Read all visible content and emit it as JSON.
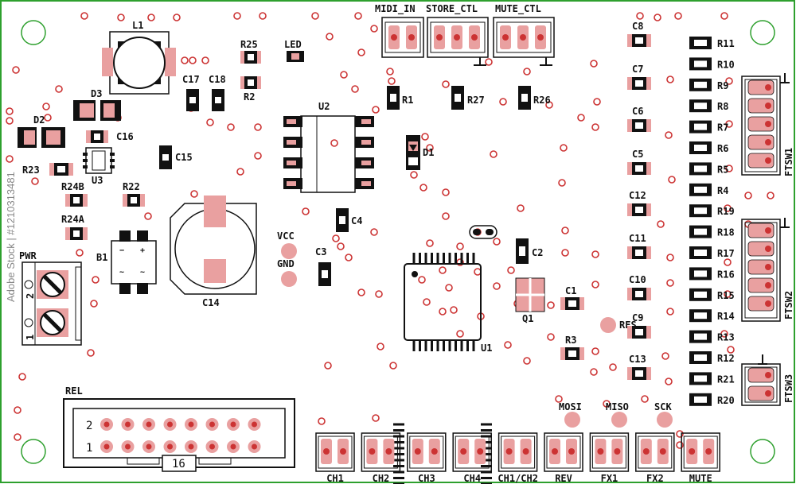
{
  "colors": {
    "board_edge": "#2ea02e",
    "pad": "#e9a0a0",
    "silk": "#111111",
    "via": "#cc3333"
  },
  "watermark": "Adobe Stock | #1210313481",
  "labels": {
    "L1": "L1",
    "LED": "LED",
    "R25": "R25",
    "R2": "R2",
    "C17": "C17",
    "C18": "C18",
    "D3": "D3",
    "D2": "D2",
    "C16": "C16",
    "R23": "R23",
    "U3": "U3",
    "C15": "C15",
    "R24B": "R24B",
    "R22": "R22",
    "R24A": "R24A",
    "B1": "B1",
    "PWR": "PWR",
    "C14": "C14",
    "U2": "U2",
    "D1": "D1",
    "R1": "R1",
    "R27": "R27",
    "R26": "R26",
    "C4": "C4",
    "VCC": "VCC",
    "GND": "GND",
    "C3": "C3",
    "C2": "C2",
    "C1": "C1",
    "Q1": "Q1",
    "RES": "RES",
    "R3": "R3",
    "U1": "U1",
    "REL": "REL",
    "REL_16": "16",
    "REL_row2": "2",
    "REL_row1": "1",
    "PWR_1": "1",
    "PWR_2": "2",
    "MIDI_IN": "MIDI_IN",
    "STORE_CTL": "STORE_CTL",
    "MUTE_CTL": "MUTE_CTL",
    "MOSI": "MOSI",
    "MISO": "MISO",
    "SCK": "SCK",
    "FTSW1": "FTSW1",
    "FTSW2": "FTSW2",
    "FTSW3": "FTSW3"
  },
  "caps_right": [
    "C8",
    "C7",
    "C6",
    "C5",
    "C12",
    "C11",
    "C10",
    "C9",
    "C13"
  ],
  "resistors_right": [
    "R11",
    "R10",
    "R9",
    "R8",
    "R7",
    "R6",
    "R5",
    "R4",
    "R19",
    "R18",
    "R17",
    "R16",
    "R15",
    "R14",
    "R13",
    "R12",
    "R21",
    "R20"
  ],
  "bottom_connectors": [
    "CH1",
    "CH2",
    "CH3",
    "CH4",
    "CH1/CH2",
    "REV",
    "FX1",
    "FX2",
    "MUTE"
  ]
}
